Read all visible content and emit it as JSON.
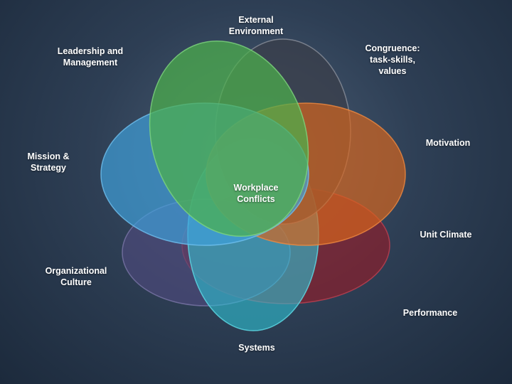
{
  "diagram": {
    "center": "Workplace\nConflicts",
    "labels": {
      "external_environment": "External\nEnvironment",
      "leadership": "Leadership and\nManagement",
      "congruence": "Congruence:\ntask-skills,\nvalues",
      "motivation": "Motivation",
      "mission": "Mission &\nStrategy",
      "unit_climate": "Unit Climate",
      "org_culture": "Organizational\nCulture",
      "performance": "Performance",
      "systems": "Systems"
    },
    "petal_colors": {
      "external_environment": "#3a3f4a",
      "motivation": "#d9661c",
      "performance": "#8a1f2c",
      "systems": "#2fc1d3",
      "org_culture": "#4e4a7c",
      "mission": "#3fa0dc",
      "leadership": "#4cb04c"
    }
  }
}
